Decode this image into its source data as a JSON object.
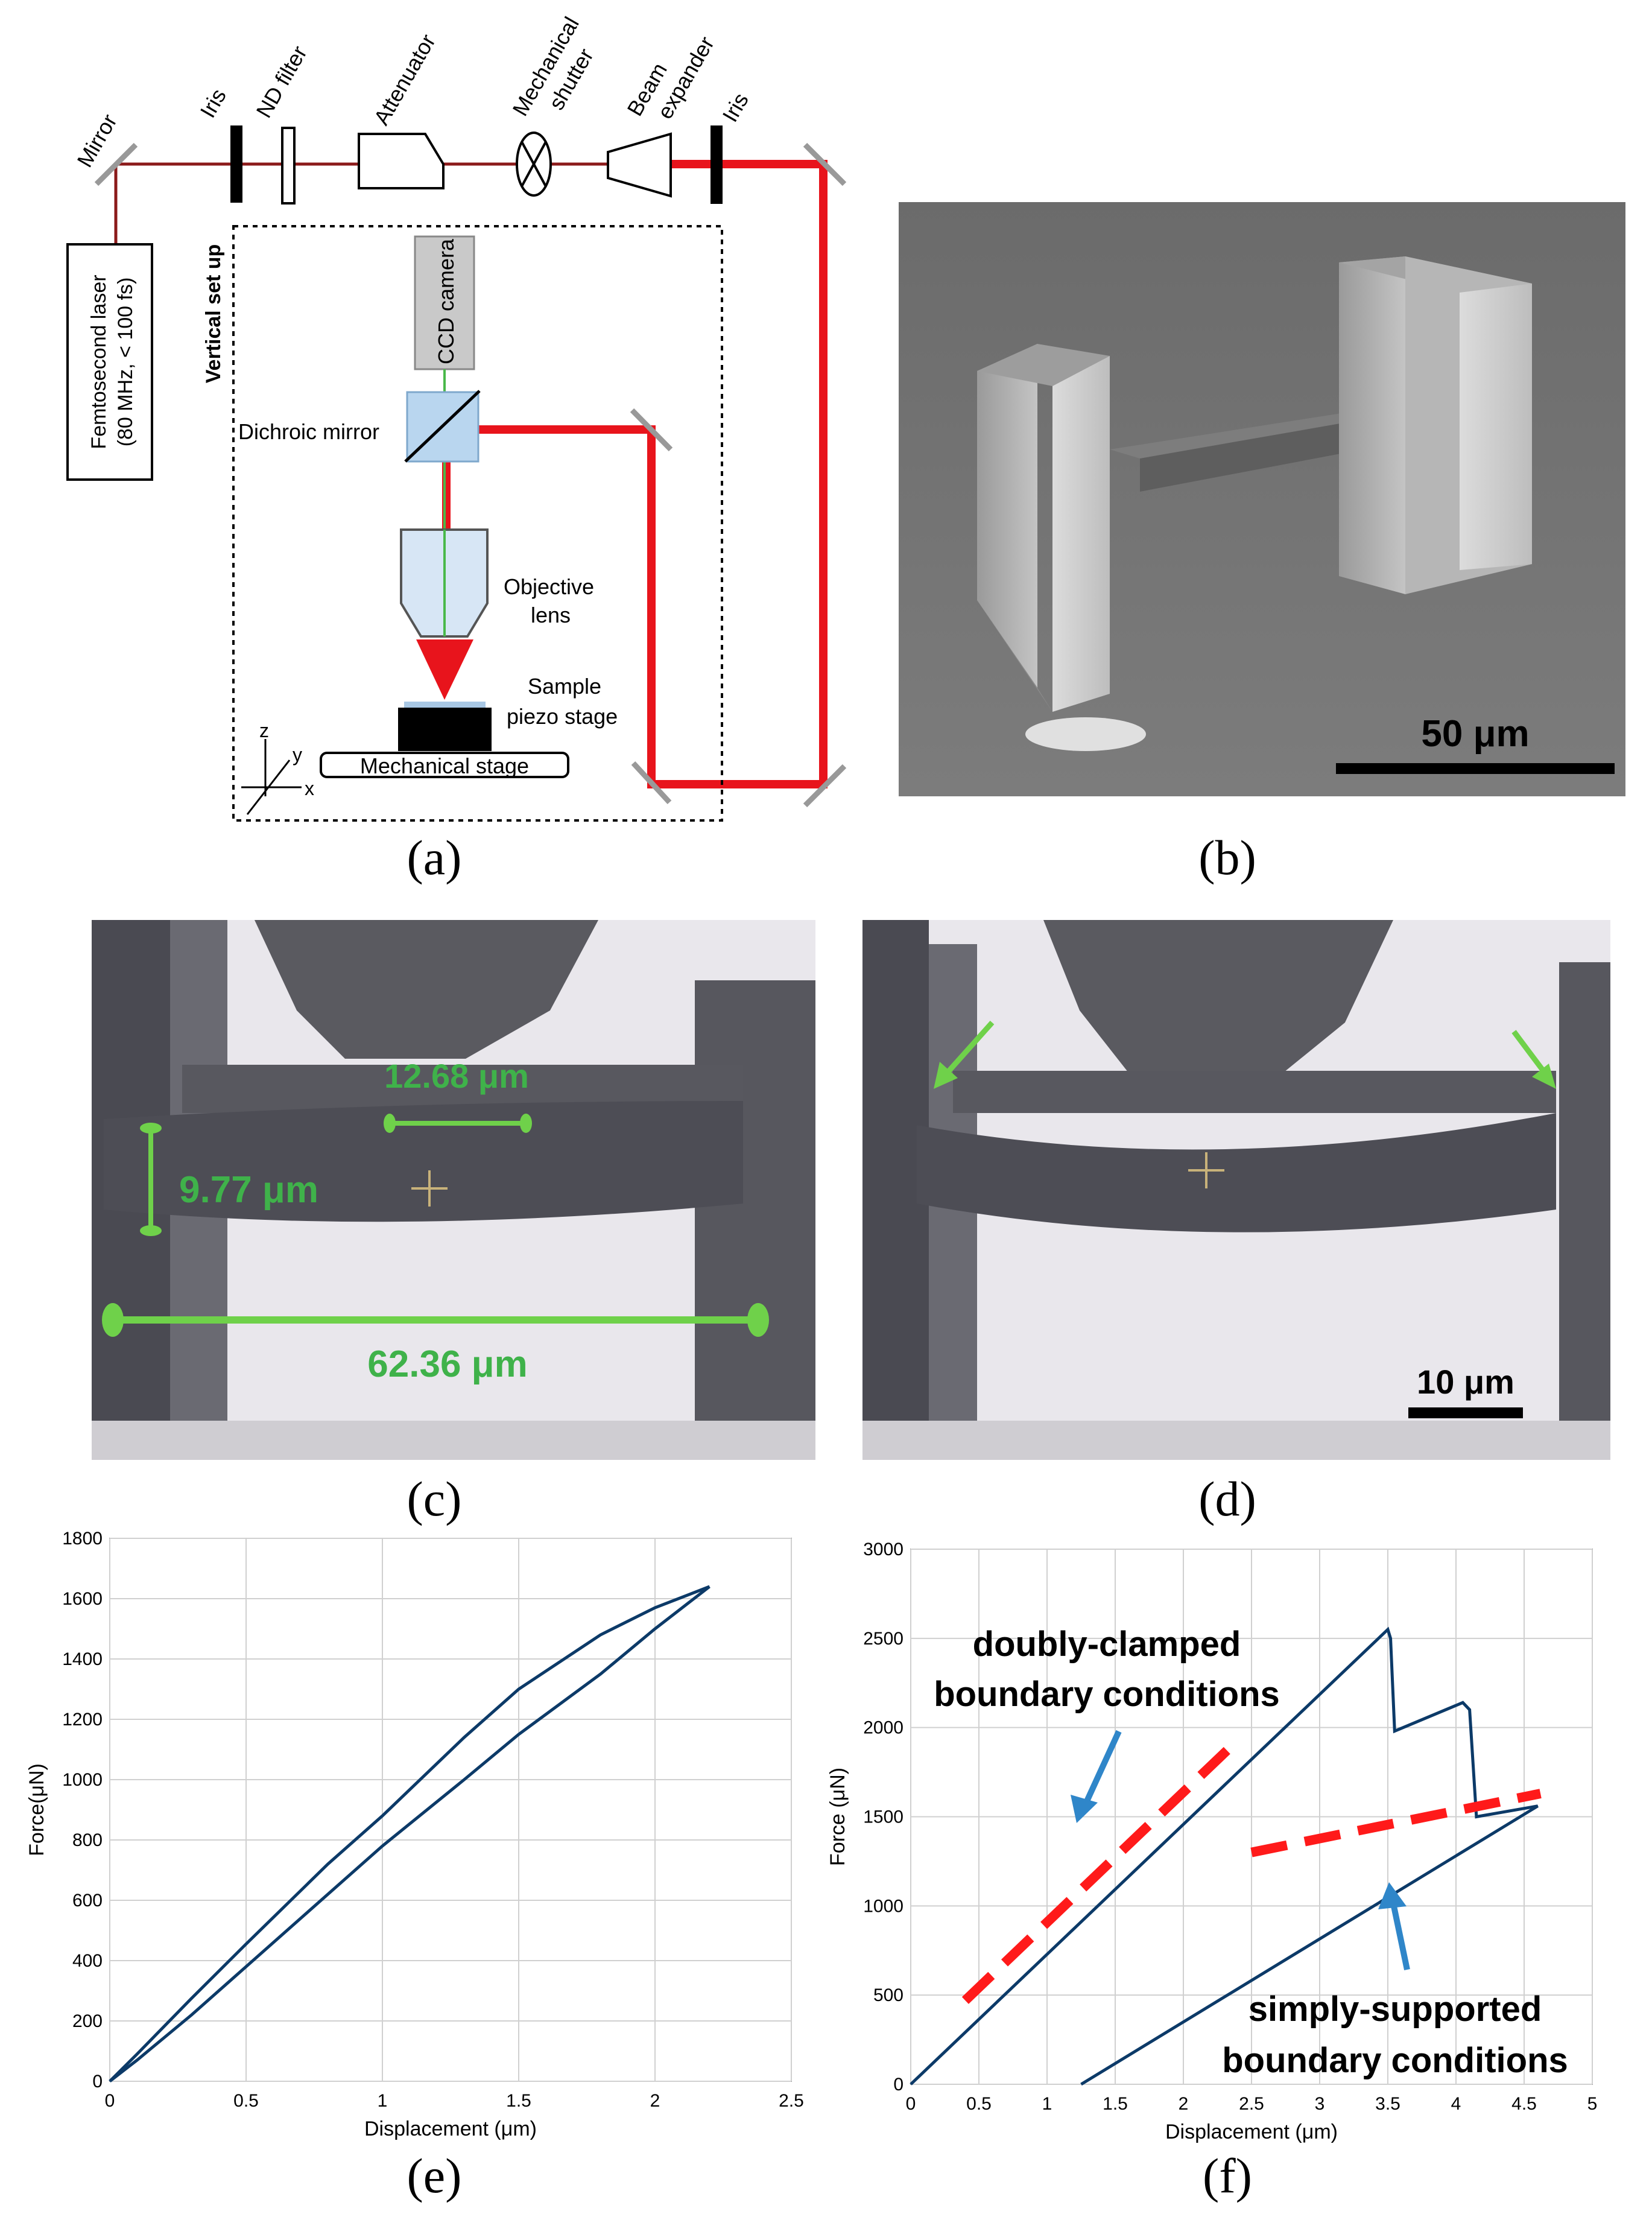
{
  "panel_a": {
    "caption": "(a)",
    "labels": {
      "mirror": "Mirror",
      "iris1": "Iris",
      "nd_filter": "ND filter",
      "attenuator": "Attenuator",
      "shutter_1": "Mechanical",
      "shutter_2": "shutter",
      "expander_1": "Beam",
      "expander_2": "expander",
      "iris2": "Iris",
      "laser_1": "Femtosecond laser",
      "laser_2": "(80 MHz, < 100 fs)",
      "vertical_setup": "Vertical set up",
      "ccd": "CCD camera",
      "dichroic": "Dichroic mirror",
      "objective_1": "Objective",
      "objective_2": "lens",
      "sample_1": "Sample",
      "sample_2": "piezo stage",
      "mech_stage": "Mechanical stage",
      "axis_z": "z",
      "axis_y": "y",
      "axis_x": "x"
    }
  },
  "panel_b": {
    "caption": "(b)",
    "scale_bar": "50 μm"
  },
  "panel_c": {
    "caption": "(c)",
    "dim_gap": "12.68 μm",
    "dim_thickness": "9.77 μm",
    "dim_length": "62.36 μm"
  },
  "panel_d": {
    "caption": "(d)",
    "scale_bar": "10 μm"
  },
  "panel_e": {
    "caption": "(e)"
  },
  "panel_f": {
    "caption": "(f)",
    "annot_clamped_1": "doubly-clamped",
    "annot_clamped_2": "boundary conditions",
    "annot_simply_1": "simply-supported",
    "annot_simply_2": "boundary conditions"
  },
  "colors": {
    "laser_red": "#e8141c",
    "dark_red": "#8b1a1a",
    "measure_green": "#6fd14a",
    "label_green": "#3fb24a",
    "curve_blue": "#0c3a68",
    "arrow_blue": "#2f86c9",
    "dash_red": "#ff1a1a"
  },
  "chart_data": [
    {
      "type": "line",
      "title": "",
      "xlabel": "Displacement (μm)",
      "ylabel": "Force(μN)",
      "xlim": [
        0,
        2.5
      ],
      "ylim": [
        0,
        1800
      ],
      "xticks": [
        "0",
        "0.5",
        "1",
        "1.5",
        "2",
        "2.5"
      ],
      "yticks": [
        "0",
        "200",
        "400",
        "600",
        "800",
        "1000",
        "1200",
        "1400",
        "1600",
        "1800"
      ],
      "grid": true,
      "series": [
        {
          "x": [
            0,
            0.1,
            0.3,
            0.5,
            0.8,
            1.0,
            1.3,
            1.5,
            1.8,
            2.0,
            2.2
          ],
          "y": [
            0,
            90,
            275,
            455,
            720,
            880,
            1140,
            1300,
            1480,
            1570,
            1640
          ]
        },
        {
          "x": [
            2.2,
            2.0,
            1.8,
            1.5,
            1.3,
            1.0,
            0.8,
            0.5,
            0.3,
            0.1,
            0
          ],
          "y": [
            1640,
            1500,
            1350,
            1150,
            1000,
            780,
            620,
            380,
            220,
            70,
            0
          ]
        }
      ]
    },
    {
      "type": "line",
      "title": "",
      "xlabel": "Displacement (μm)",
      "ylabel": "Force (μN)",
      "xlim": [
        0,
        5
      ],
      "ylim": [
        0,
        3000
      ],
      "xticks": [
        "0",
        "0.5",
        "1",
        "1.5",
        "2",
        "2.5",
        "3",
        "3.5",
        "4",
        "4.5",
        "5"
      ],
      "yticks": [
        "0",
        "500",
        "1000",
        "1500",
        "2000",
        "2500",
        "3000"
      ],
      "grid": true,
      "series": [
        {
          "x": [
            0,
            3.5,
            3.52,
            3.55,
            4.05,
            4.1,
            4.15,
            4.6,
            1.25
          ],
          "y": [
            0,
            2550,
            2500,
            1980,
            2140,
            2100,
            1500,
            1560,
            0
          ]
        },
        {
          "x": [
            0.4,
            2.4
          ],
          "y": [
            470,
            1930
          ]
        },
        {
          "x": [
            2.5,
            4.62
          ],
          "y": [
            1300,
            1630
          ]
        }
      ]
    }
  ]
}
